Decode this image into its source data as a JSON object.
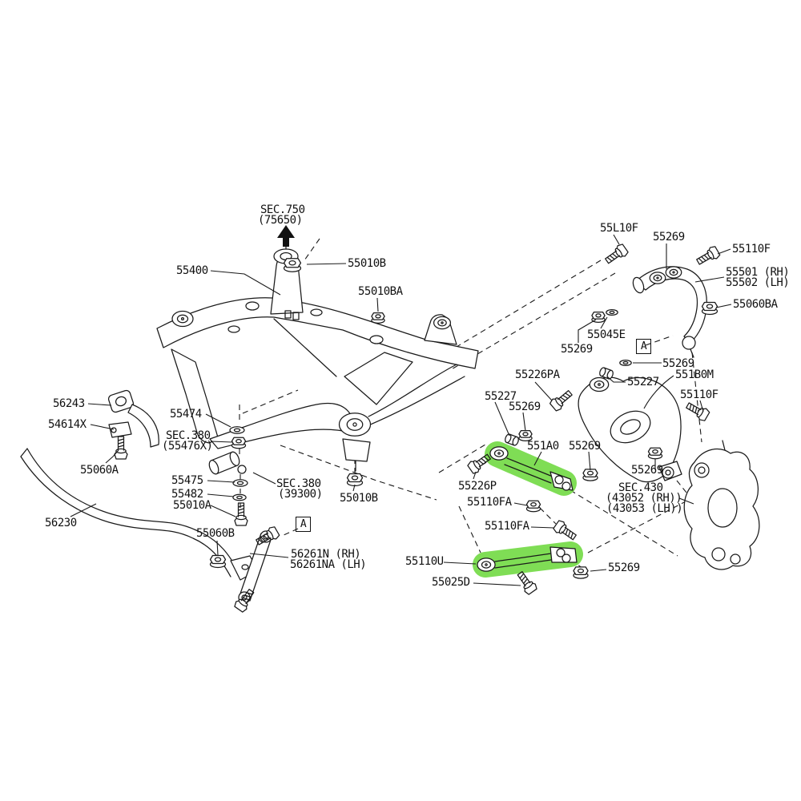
{
  "diagram_type": "suspension-parts-exploded-diagram",
  "colors": {
    "highlight": "#7FDD55",
    "line": "#1a1a1a",
    "background": "#ffffff"
  },
  "highlighted_parts": [
    "551A0",
    "55110U"
  ],
  "labels": {
    "sec750_1": "SEC.750",
    "sec750_2": "(75650)",
    "p55400": "55400",
    "p55010B_top": "55010B",
    "p55010BA": "55010BA",
    "p55L10F": "55L10F",
    "p55269_top": "55269",
    "p55110F_top": "55110F",
    "p55501": "55501 (RH)",
    "p55502": "55502 (LH)",
    "p55060BA": "55060BA",
    "p55045E": "55045E",
    "p55269_b": "55269",
    "boxA": "A",
    "p55269_c": "55269",
    "p551B0M": "551B0M",
    "p55227_r": "55227",
    "p55110F_r": "55110F",
    "p55226PA": "55226PA",
    "p55227_l": "55227",
    "p55269_d": "55269",
    "p551A0": "551A0",
    "p55269_e": "55269",
    "p55226P": "55226P",
    "p55110FA_1": "55110FA",
    "p55269_f": "55269",
    "sec430_1": "SEC.430",
    "sec430_2": "(43052 (RH))",
    "sec430_3": "(43053 (LH))",
    "p56243": "56243",
    "p54614X": "54614X",
    "p55060A": "55060A",
    "p55474": "55474",
    "sec380a_1": "SEC.380",
    "sec380a_2": "(55476X)",
    "p55475": "55475",
    "p55482": "55482",
    "p55010A": "55010A",
    "sec380b_1": "SEC.380",
    "sec380b_2": "(39300)",
    "p55010B_bot": "55010B",
    "p56230": "56230",
    "p55060B": "55060B",
    "p56261N": "56261N (RH)",
    "p56261NA": "56261NA (LH)",
    "p55110FA_2": "55110FA",
    "p55110U": "55110U",
    "p55025D": "55025D",
    "p55269_g": "55269"
  }
}
